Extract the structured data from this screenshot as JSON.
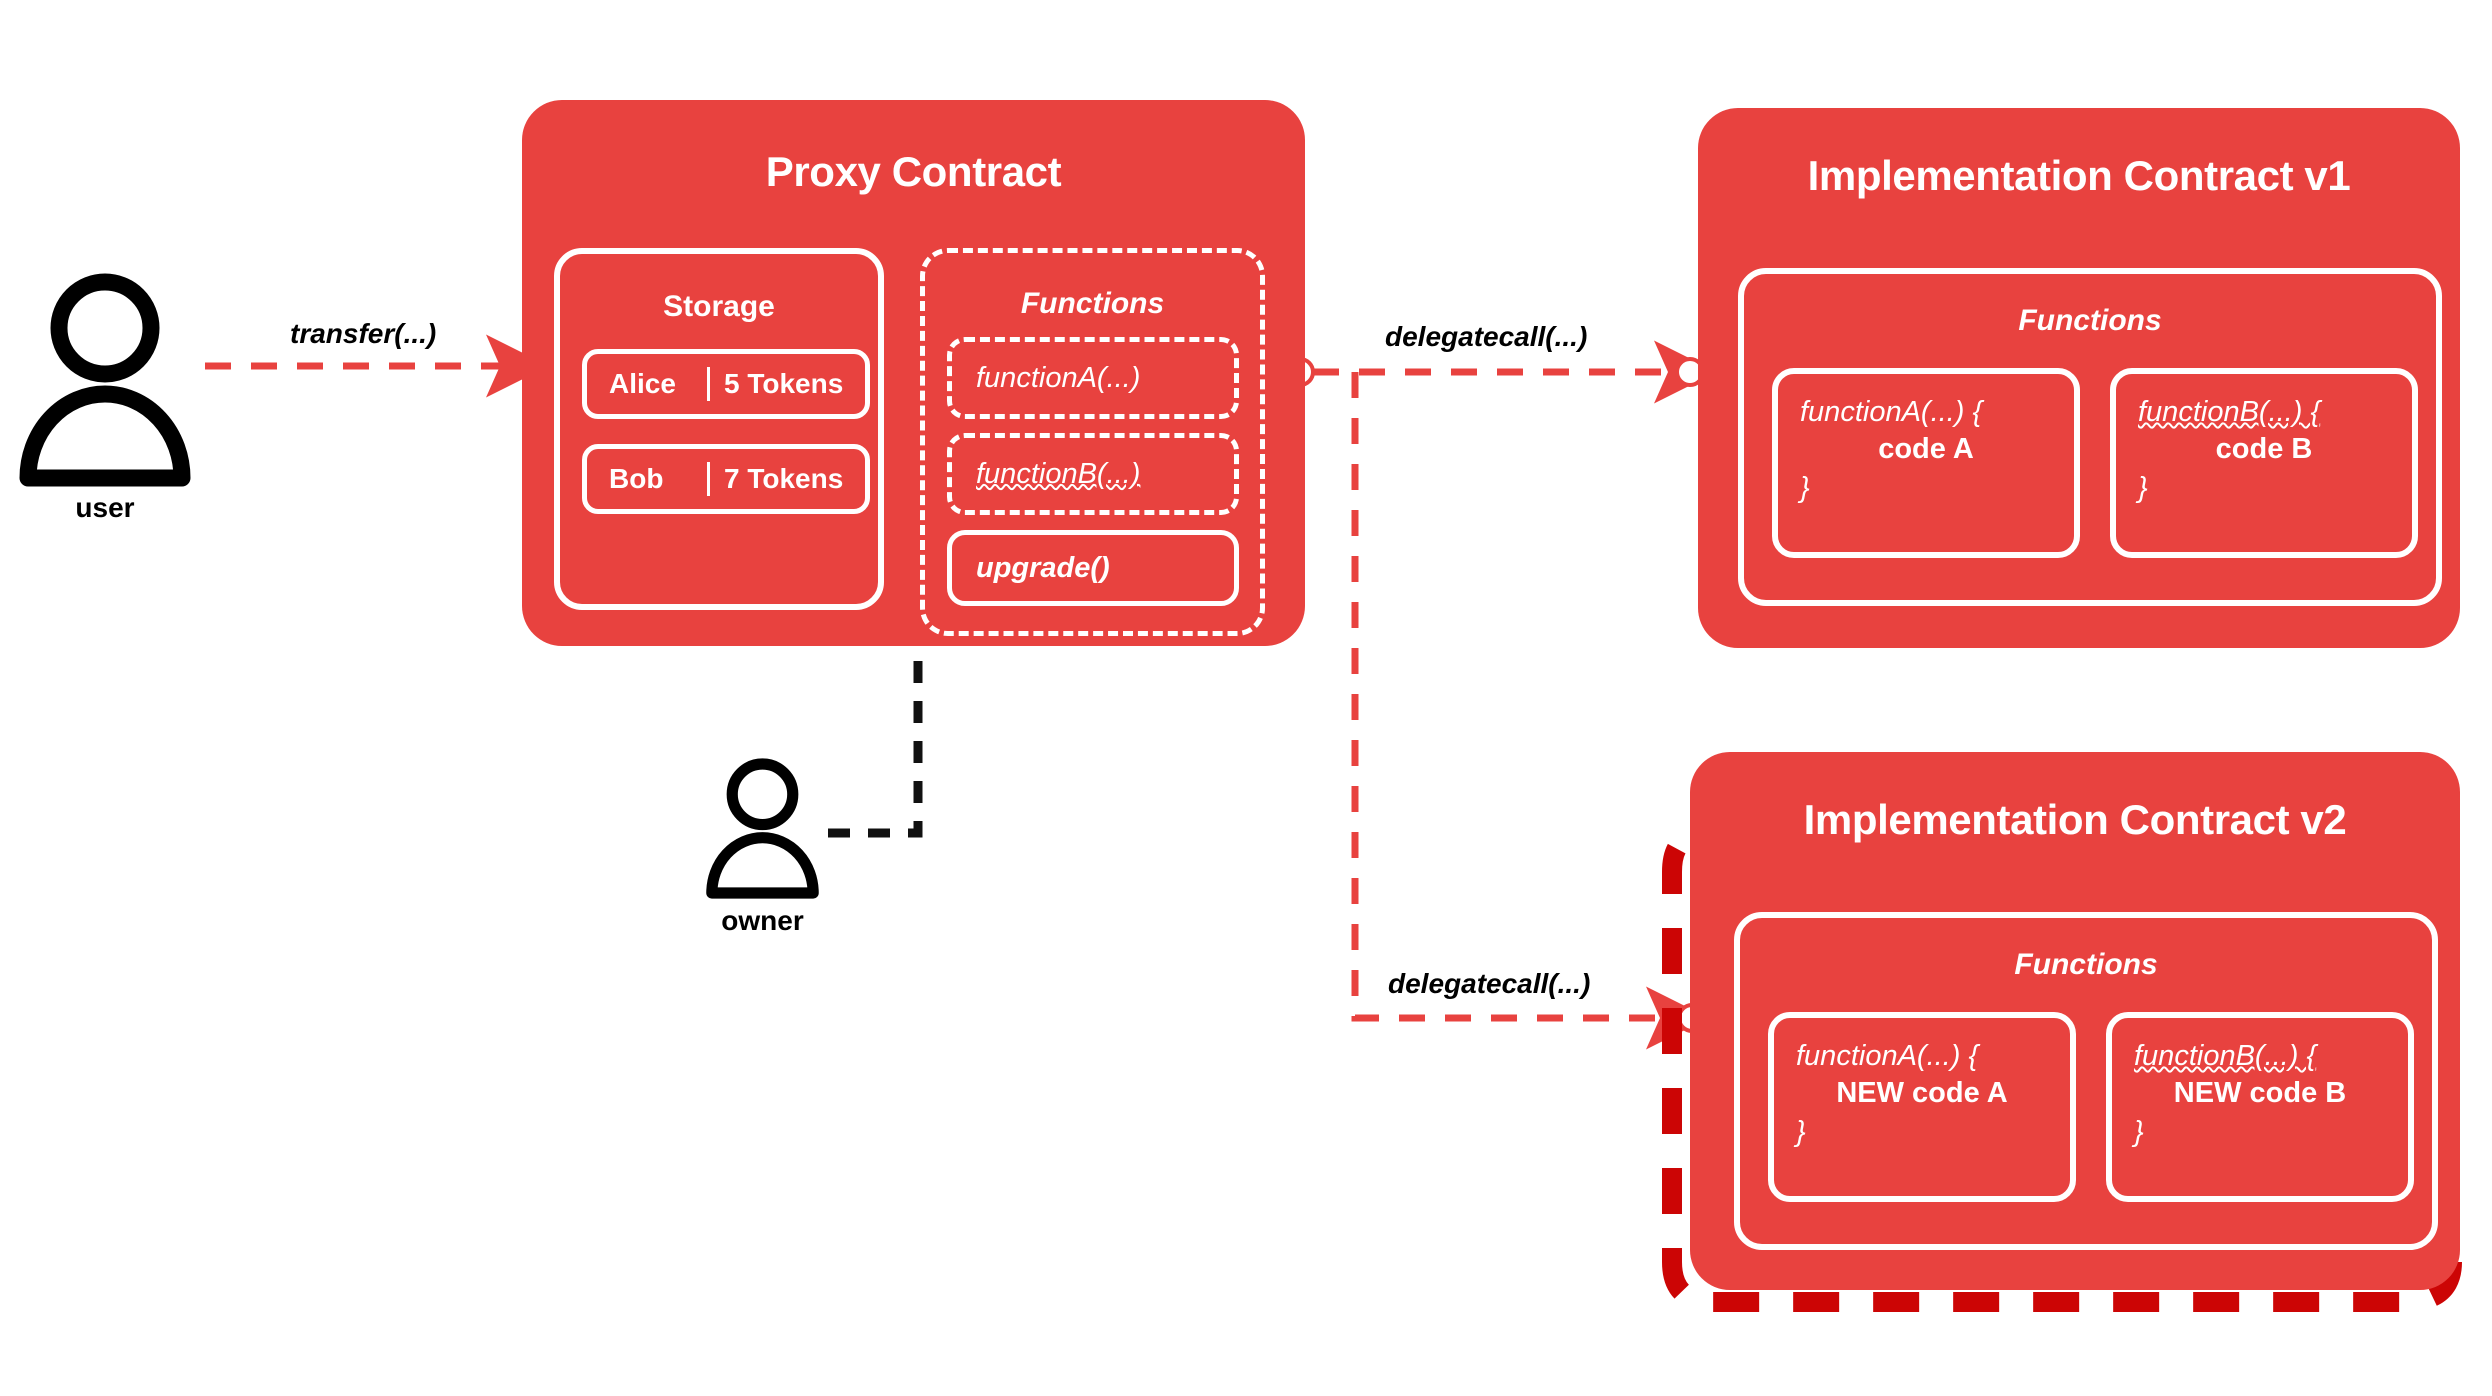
{
  "theme": {
    "contract_fill": "#E8423F",
    "white": "#FFFFFF",
    "black": "#000000",
    "highlight_red": "#CC0505"
  },
  "actors": [
    {
      "id": "user",
      "label": "user",
      "icon": "person-icon"
    },
    {
      "id": "owner",
      "label": "owner",
      "icon": "person-icon"
    }
  ],
  "edges": [
    {
      "id": "transfer",
      "label": "transfer(...)",
      "from": "user",
      "to": "proxy-contract",
      "style": "dashed-red"
    },
    {
      "id": "delegatecall1",
      "label": "delegatecall(...)",
      "from": "proxy-contract",
      "to": "impl-v1",
      "style": "dashed-red"
    },
    {
      "id": "delegatecall2",
      "label": "delegatecall(...)",
      "from": "proxy-contract",
      "to": "impl-v2",
      "style": "dashed-red"
    },
    {
      "id": "upgrade-call",
      "label": "",
      "from": "owner",
      "to": "upgrade-function",
      "style": "dashed-black"
    }
  ],
  "proxy": {
    "title": "Proxy Contract",
    "storage": {
      "label": "Storage",
      "entries": [
        {
          "name": "Alice",
          "value": "5 Tokens"
        },
        {
          "name": "Bob",
          "value": "7 Tokens"
        }
      ]
    },
    "functions": {
      "label": "Functions",
      "items": [
        {
          "name": "functionA(...)",
          "style": "dashed",
          "squiggly": false
        },
        {
          "name": "functionB(...)",
          "style": "dashed",
          "squiggly": true
        },
        {
          "name": "upgrade()",
          "style": "solid",
          "squiggly": false
        }
      ]
    }
  },
  "impl_v1": {
    "title": "Implementation Contract v1",
    "functions": {
      "label": "Functions",
      "items": [
        {
          "signature": "functionA(...) {",
          "body": "code A",
          "close": "}",
          "squiggly": false
        },
        {
          "signature": "functionB(...) {",
          "body": "code B",
          "close": "}",
          "squiggly": true
        }
      ]
    }
  },
  "impl_v2": {
    "title": "Implementation Contract v2",
    "highlighted": true,
    "functions": {
      "label": "Functions",
      "items": [
        {
          "signature": "functionA(...) {",
          "body": "NEW code A",
          "close": "}",
          "squiggly": false
        },
        {
          "signature": "functionB(...) {",
          "body": "NEW code B",
          "close": "}",
          "squiggly": true
        }
      ]
    }
  }
}
